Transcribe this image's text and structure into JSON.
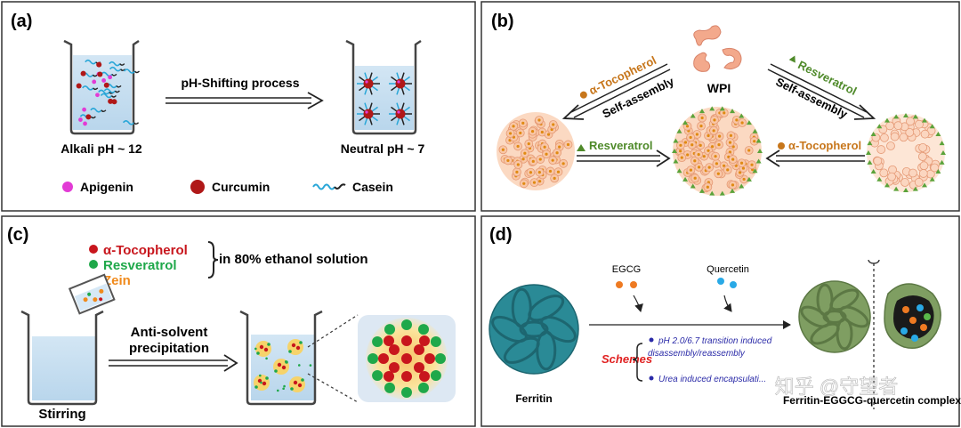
{
  "panels": {
    "a": {
      "label": "(a)",
      "process": "pH-Shifting process",
      "left_caption": "Alkali pH ~ 12",
      "right_caption": "Neutral pH ~ 7",
      "legend": {
        "apigenin": "Apigenin",
        "curcumin": "Curcumin",
        "casein": "Casein"
      },
      "colors": {
        "apigenin": "#e23bd5",
        "curcumin": "#b01818",
        "casein": "#2aa7d8"
      }
    },
    "b": {
      "label": "(b)",
      "wpi": "WPI",
      "tocopherol_top": "α-Tocopherol",
      "self_assembly_left": "Self-assembly",
      "resveratrol_top": "Resveratrol",
      "self_assembly_right": "Self-assembly",
      "resveratrol_bottom": "Resveratrol",
      "tocopherol_bottom": "α-Tocopherol",
      "colors": {
        "tocopherol": "#c7761b",
        "resveratrol": "#4f8a2a",
        "wpi": "#f3a98c"
      }
    },
    "c": {
      "label": "(c)",
      "tocopherol": "α-Tocopherol",
      "resveratrol": "Resveratrol",
      "zein": "Zein",
      "solution": "in 80% ethanol solution",
      "process_line1": "Anti-solvent",
      "process_line2": "precipitation",
      "stirring": "Stirring",
      "colors": {
        "tocopherol": "#c8161d",
        "resveratrol": "#1fa84a",
        "zein": "#f08a1c"
      }
    },
    "d": {
      "label": "(d)",
      "egcg": "EGCG",
      "quercetin": "Quercetin",
      "schemes": "Schemes",
      "scheme1": "pH 2.0/6.7 transition induced disassembly/reassembly",
      "scheme1_line1": "pH 2.0/6.7 transition induced",
      "scheme1_line2": "disassembly/reassembly",
      "scheme2": "Urea induced encapsulati...",
      "ferritin": "Ferritin",
      "complex": "Ferritin-EGGCG-quercetin complex",
      "watermark": "知乎 @守望者",
      "colors": {
        "ferritin": "#2a8a96",
        "complex": "#7f9e62",
        "egcg": "#ee7a22",
        "quercetin": "#29a9e6",
        "scheme_text": "#2b2ba8",
        "schemes_label": "#e02020"
      }
    }
  }
}
